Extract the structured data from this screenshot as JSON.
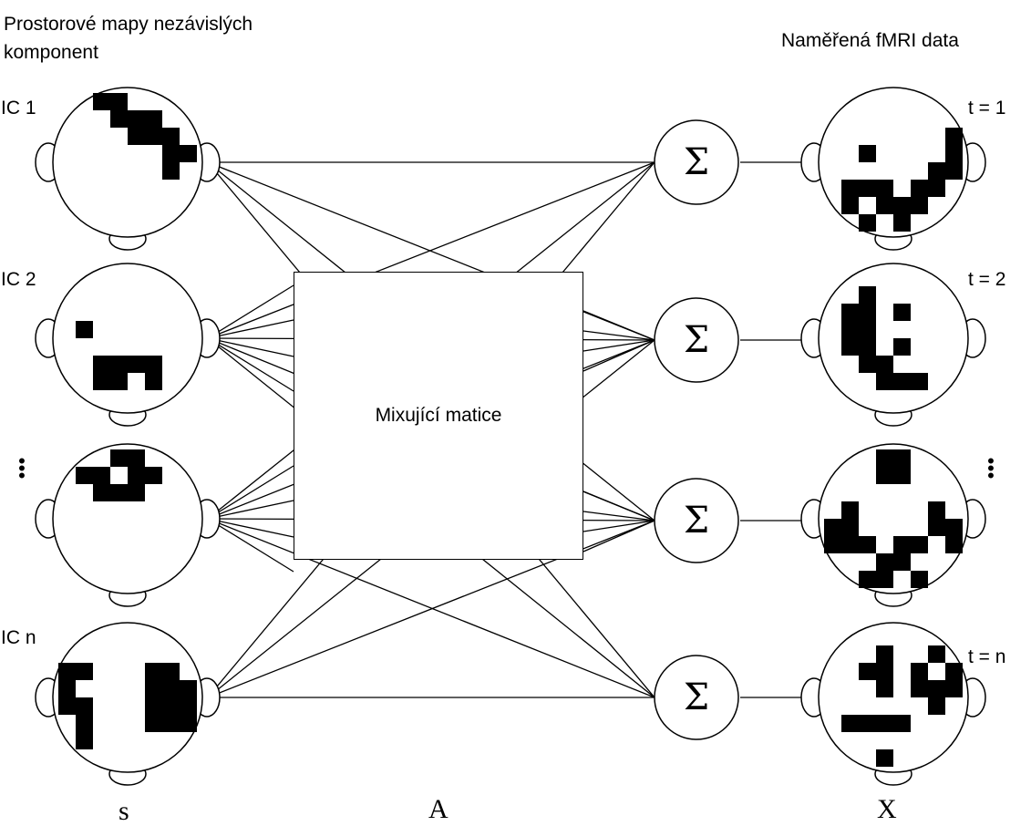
{
  "titles": {
    "left": "Prostorové mapy nezávislých komponent",
    "right": "Naměřená fMRI data"
  },
  "components": [
    "IC 1",
    "IC 2",
    "⋮",
    "IC n"
  ],
  "measurements": [
    "t = 1",
    "t = 2",
    "⋮",
    "t = n"
  ],
  "mixing_matrix": {
    "label": "Mixující matice"
  },
  "sum_symbol": "Σ",
  "symbols": {
    "sources": "s",
    "mixing": "A",
    "data": "X"
  }
}
